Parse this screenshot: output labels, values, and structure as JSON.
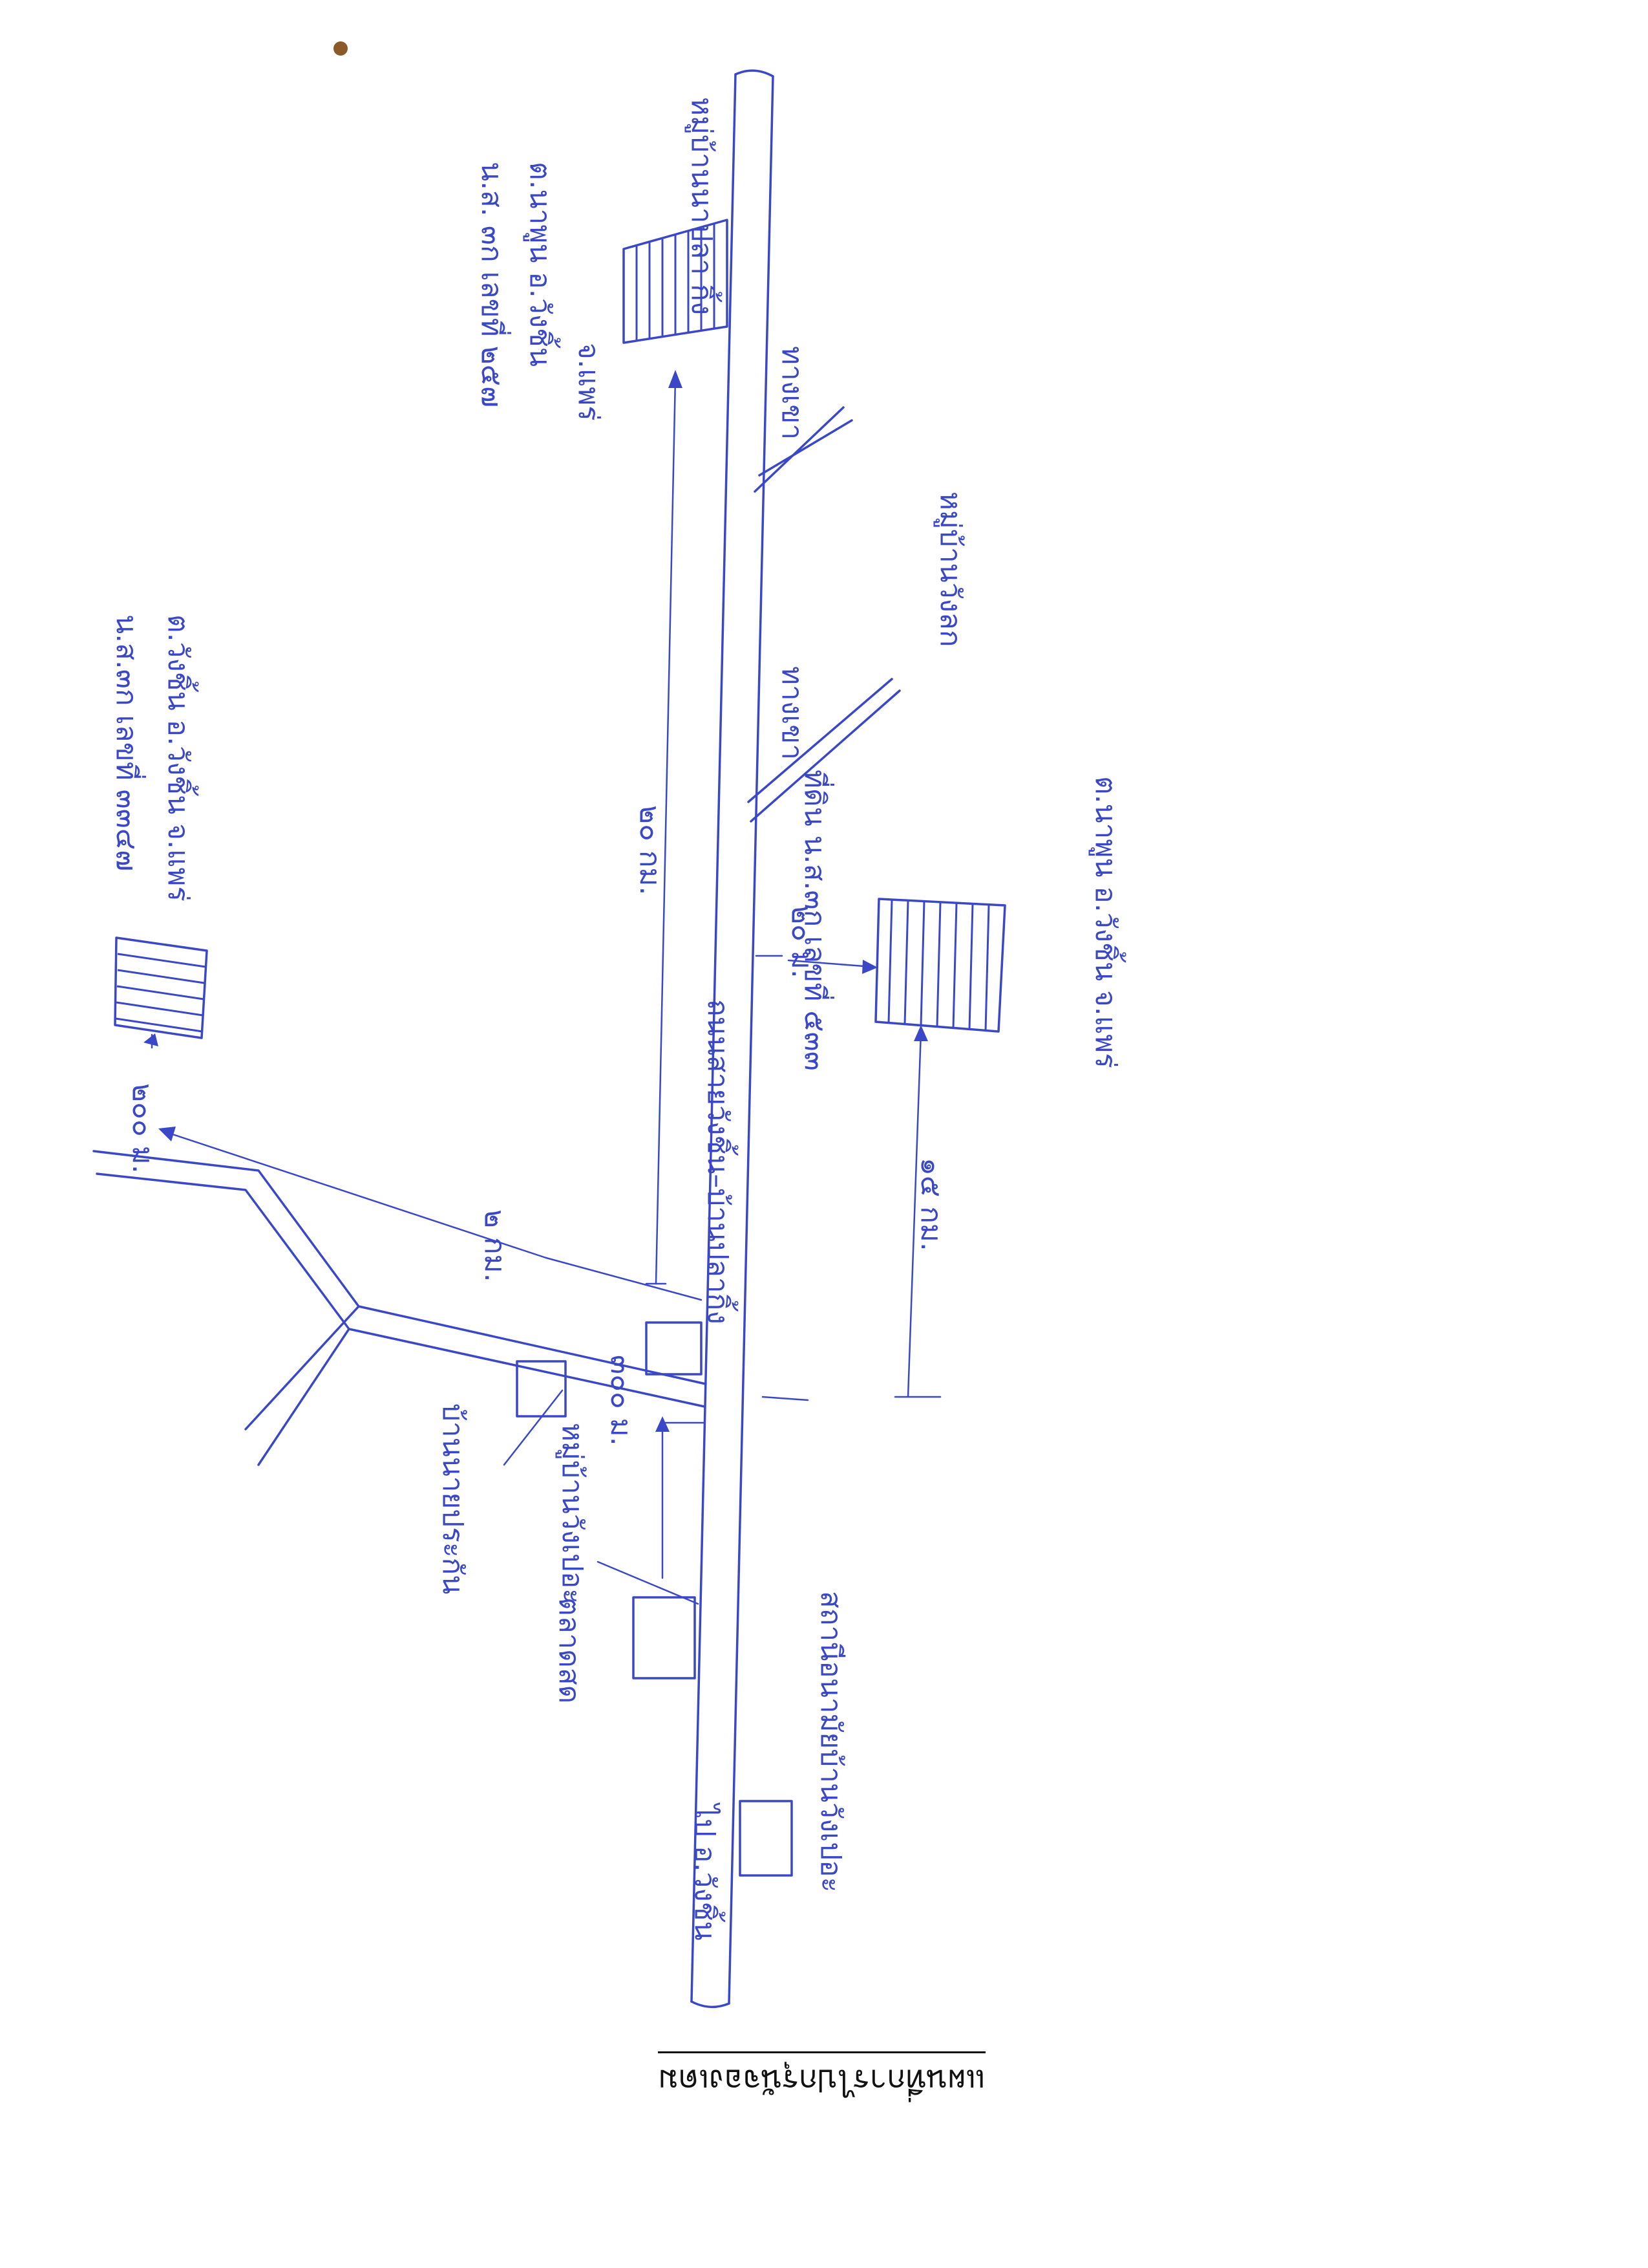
{
  "map": {
    "title": "แผนที่การไปกรุนัจองเดม",
    "main_road_label": "ถนนสายวังชิ้น–บ้านปลากิ้ง",
    "to_district_label": "ไป อ.วังชิ้น",
    "places": {
      "north_village": "หมู่บ้านนาปลา กิ้ง",
      "wang_lak_village": "หมู่บ้านวังลก",
      "wang_pao_village": "หมู่บ้านวังเปอะ",
      "nai_prakan_village": "บ้านนายประกัน",
      "market": "ตลาดสด",
      "health_station": "สถานีอนามัยบ้านวังเปอะ",
      "mountain_road_1": "ทางเขา",
      "mountain_road_2": "ทางเขา"
    },
    "parcels": {
      "parcel_a": {
        "line1": "น.ส. ๓ก เลขที่ ๒๕๗",
        "line2": "ต.นาพูน อ.วังชิ้น",
        "line3": "จ.แพร่"
      },
      "parcel_b": {
        "line1": "น.ส.๓ก เลขที่ ๓๓๔๗",
        "line2": "ต.วังชิ้น อ.วังชิ้น จ.แพร่"
      },
      "parcel_c": {
        "line1": "ที่ดิน น.ส.๓ก เลขที่ ๕๓๓",
        "line2": "ต.นาพูน อ.วังชิ้น จ.แพร่"
      }
    },
    "distances": {
      "d_20km": "๒๐ กม.",
      "d_2km": "๒ กม.",
      "d_200m": "๒๐๐ ม.",
      "d_20m": "๒๐ ม.",
      "d_15km": "๑๕ กม.",
      "d_300m": "๓๐๐ ม."
    },
    "colors": {
      "ink": "#3a48c8",
      "title_ink": "#111111",
      "stain": "#8a5a2a"
    }
  }
}
